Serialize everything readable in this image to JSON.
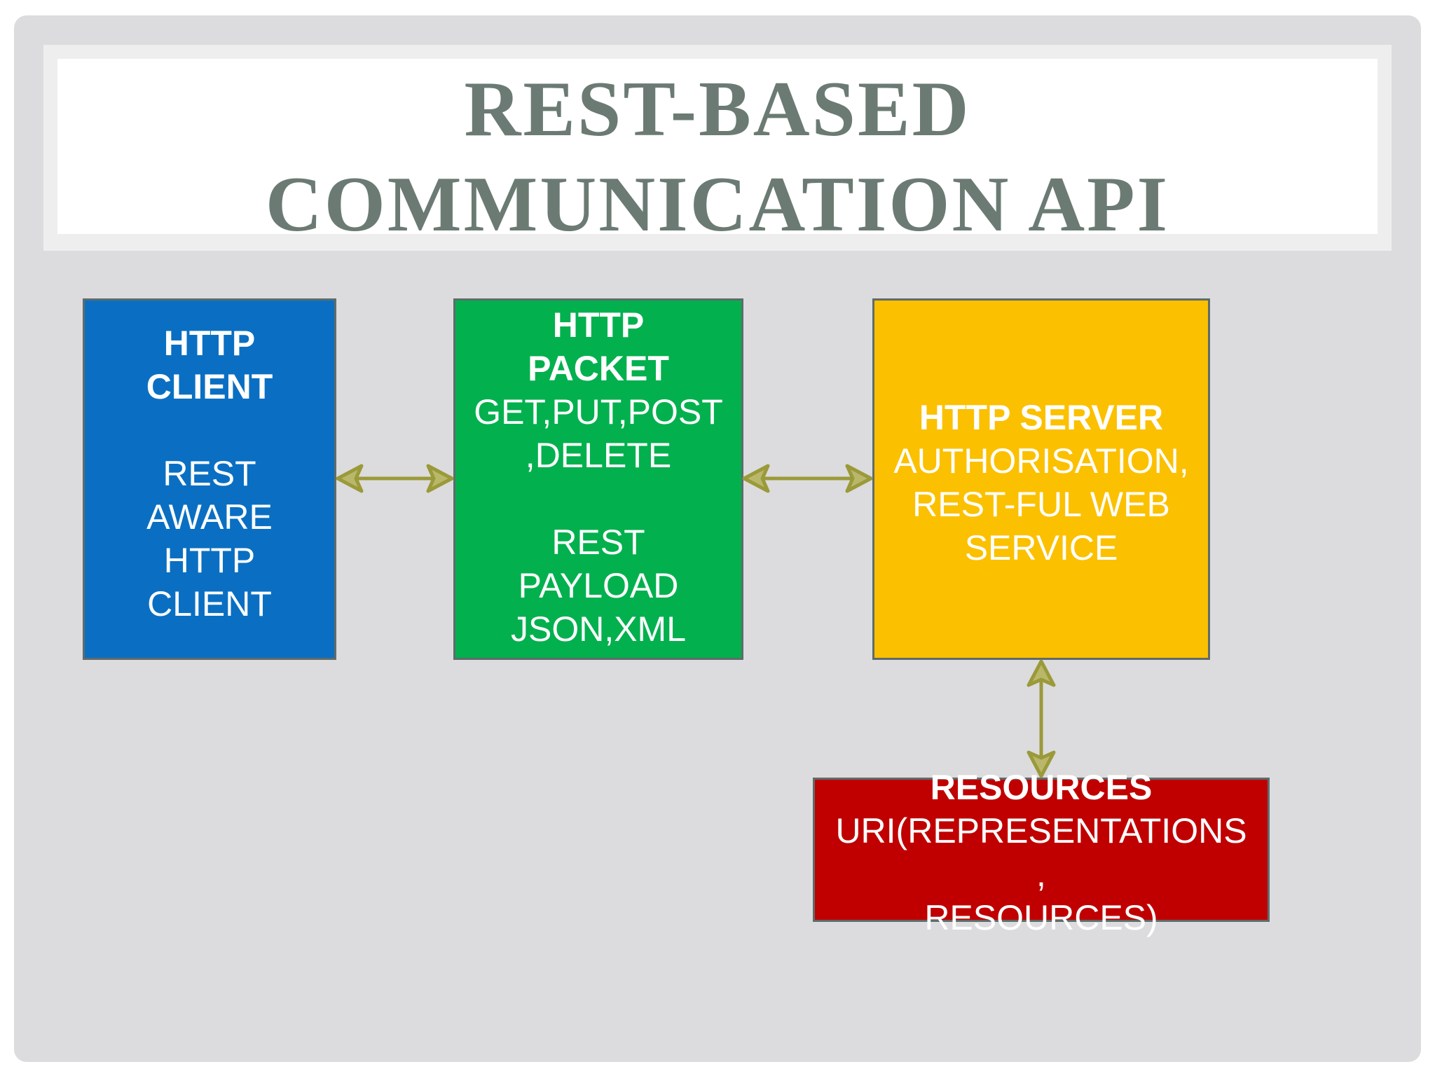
{
  "title": {
    "line1": "REST-BASED",
    "line2": "COMMUNICATION API"
  },
  "client": {
    "heading1": "HTTP",
    "heading2": "CLIENT",
    "line1": "REST",
    "line2": "AWARE",
    "line3": "HTTP",
    "line4": "CLIENT"
  },
  "packet": {
    "heading1": "HTTP",
    "heading2": "PACKET",
    "line1": "GET,PUT,POST",
    "line2": ",DELETE",
    "line3": "REST",
    "line4": "PAYLOAD",
    "line5": "JSON,XML"
  },
  "server": {
    "heading": "HTTP SERVER",
    "line1": "AUTHORISATION,",
    "line2": "REST-FUL WEB",
    "line3": "SERVICE"
  },
  "resources": {
    "heading": "RESOURCES",
    "line1": "URI(REPRESENTATIONS",
    "line2": ",",
    "line3": "RESOURCES)"
  },
  "colors": {
    "client": "#0a6fc2",
    "packet": "#03b04e",
    "server": "#fbc000",
    "resources": "#c00000",
    "arrow": "#9b9a3a",
    "title": "#6b7b73"
  }
}
